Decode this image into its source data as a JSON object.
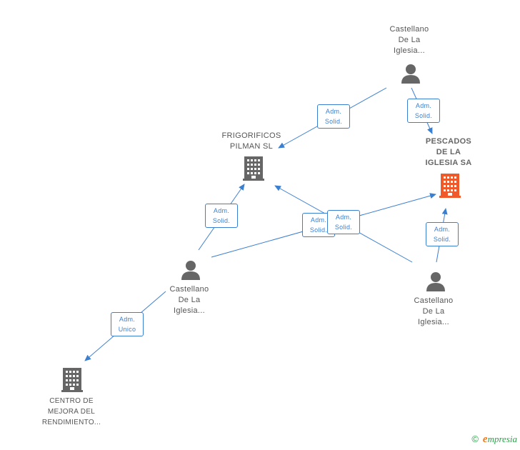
{
  "colors": {
    "edge": "#3b7fd0",
    "person_icon": "#666666",
    "company_icon": "#666666",
    "highlight_company_icon": "#f05a2a"
  },
  "nodes": {
    "person_top": {
      "label": [
        "Castellano",
        "De La",
        "Iglesia..."
      ],
      "icon": "person-icon"
    },
    "company_frigorificos": {
      "label": [
        "FRIGORIFICOS",
        "PILMAN SL"
      ],
      "icon": "building-icon"
    },
    "company_pescados": {
      "label": [
        "PESCADOS",
        "DE LA",
        "IGLESIA SA"
      ],
      "icon": "building-icon"
    },
    "person_mid": {
      "label": [
        "Castellano",
        "De La",
        "Iglesia..."
      ],
      "icon": "person-icon"
    },
    "person_right": {
      "label": [
        "Castellano",
        "De La",
        "Iglesia..."
      ],
      "icon": "person-icon"
    },
    "company_centro": {
      "label": [
        "CENTRO DE",
        "MEJORA DEL",
        "RENDIMIENTO..."
      ],
      "icon": "building-icon"
    }
  },
  "edges": {
    "top_to_frigorificos": [
      "Adm.",
      "Solid."
    ],
    "top_to_pescados": [
      "Adm.",
      "Solid."
    ],
    "mid_to_frigorificos": [
      "Adm.",
      "Solid."
    ],
    "mid_to_pescados": [
      "Adm.",
      "Solid."
    ],
    "right_to_frigorificos": [
      "Adm.",
      "Solid."
    ],
    "right_to_pescados": [
      "Adm.",
      "Solid."
    ],
    "mid_to_centro": [
      "Adm.",
      "Unico"
    ]
  },
  "footer": {
    "copyright": "©",
    "brand_first": "e",
    "brand_rest": "mpresia"
  }
}
